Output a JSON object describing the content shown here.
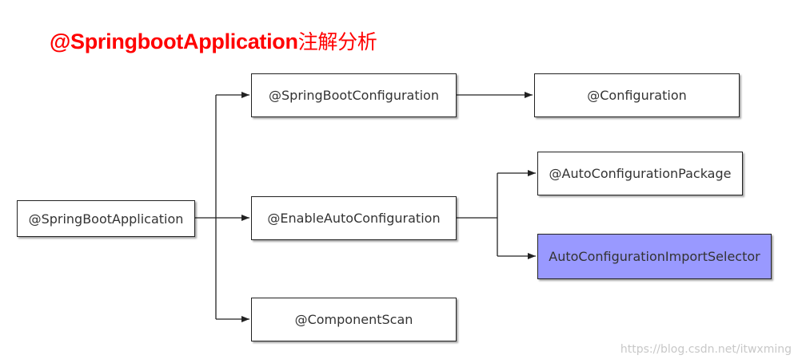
{
  "title": {
    "main": "@SpringbootApplication",
    "suffix": "注解分析"
  },
  "nodes": {
    "root": "@SpringBootApplication",
    "spring_boot_configuration": "@SpringBootConfiguration",
    "configuration": "@Configuration",
    "enable_auto_configuration": "@EnableAutoConfiguration",
    "auto_configuration_package": "@AutoConfigurationPackage",
    "auto_configuration_import_selector": "AutoConfigurationImportSelector",
    "component_scan": "@ComponentScan"
  },
  "colors": {
    "title": "#ff0000",
    "highlight": "#9999ff",
    "border": "#222222"
  },
  "edges": [
    {
      "from": "root",
      "to": "spring_boot_configuration"
    },
    {
      "from": "root",
      "to": "enable_auto_configuration"
    },
    {
      "from": "root",
      "to": "component_scan"
    },
    {
      "from": "spring_boot_configuration",
      "to": "configuration"
    },
    {
      "from": "enable_auto_configuration",
      "to": "auto_configuration_package"
    },
    {
      "from": "enable_auto_configuration",
      "to": "auto_configuration_import_selector"
    }
  ],
  "watermark": "https://blog.csdn.net/itwxming"
}
